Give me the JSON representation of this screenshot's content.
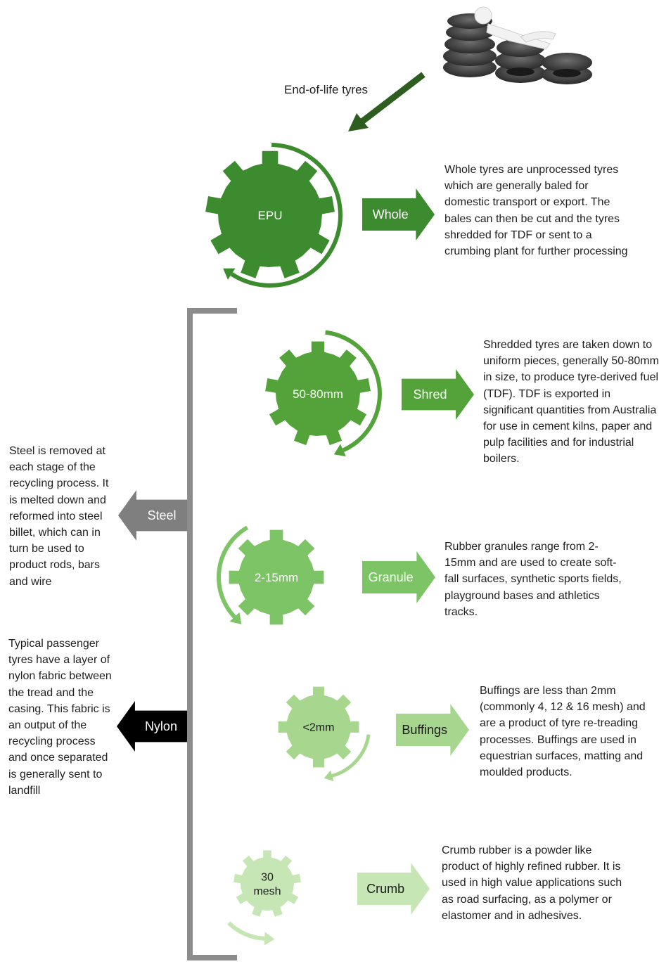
{
  "source_label": "End-of-life tyres",
  "stages": [
    {
      "gear": [
        "EPU"
      ],
      "output": "Whole",
      "description": "Whole tyres are unprocessed tyres which are generally baled for domestic transport or export. The bales can then be cut and the tyres shredded for TDF or sent to a crumbing plant for further processing",
      "color": "#3d8b2f"
    },
    {
      "gear": [
        "50-80mm"
      ],
      "output": "Shred",
      "description": "Shredded tyres are taken down to uniform pieces, generally 50-80mm in size, to produce tyre-derived fuel (TDF). TDF is exported in significant quantities from Australia for use in cement kilns, paper and pulp facilities and for industrial boilers.",
      "color": "#53a33a"
    },
    {
      "gear": [
        "2-15mm"
      ],
      "output": "Granule",
      "description": "Rubber granules range from 2-15mm and are used to create soft-fall surfaces, synthetic sports fields, playground bases and athletics tracks.",
      "color": "#7cc465"
    },
    {
      "gear": [
        "<2mm"
      ],
      "output": "Buffings",
      "description": "Buffings are less than 2mm (commonly 4, 12 & 16 mesh) and are a product of tyre re-treading processes. Buffings are used in equestrian surfaces, matting and moulded products.",
      "color": "#a7d78f"
    },
    {
      "gear": [
        "30",
        "mesh"
      ],
      "output": "Crumb",
      "description": "Crumb rubber is a powder like product of highly refined rubber. It is used in high value applications such as road surfacing, as a polymer or elastomer and in adhesives.",
      "color": "#c7e6b5"
    }
  ],
  "byproducts": [
    {
      "label": "Steel",
      "description": "Steel is removed at each stage of the recycling process. It is melted down and reformed into steel billet, which can in turn be used to product rods, bars and wire",
      "color": "#7f7f7f"
    },
    {
      "label": "Nylon",
      "description": "Typical passenger tyres have a layer of nylon fabric between the tread and the casing. This fabric is an output of the recycling process and once separated is generally sent to landfill",
      "color": "#000000"
    }
  ],
  "colors": {
    "bracket": "#8c8c8c",
    "source_arrow": "#2e5e1f"
  }
}
